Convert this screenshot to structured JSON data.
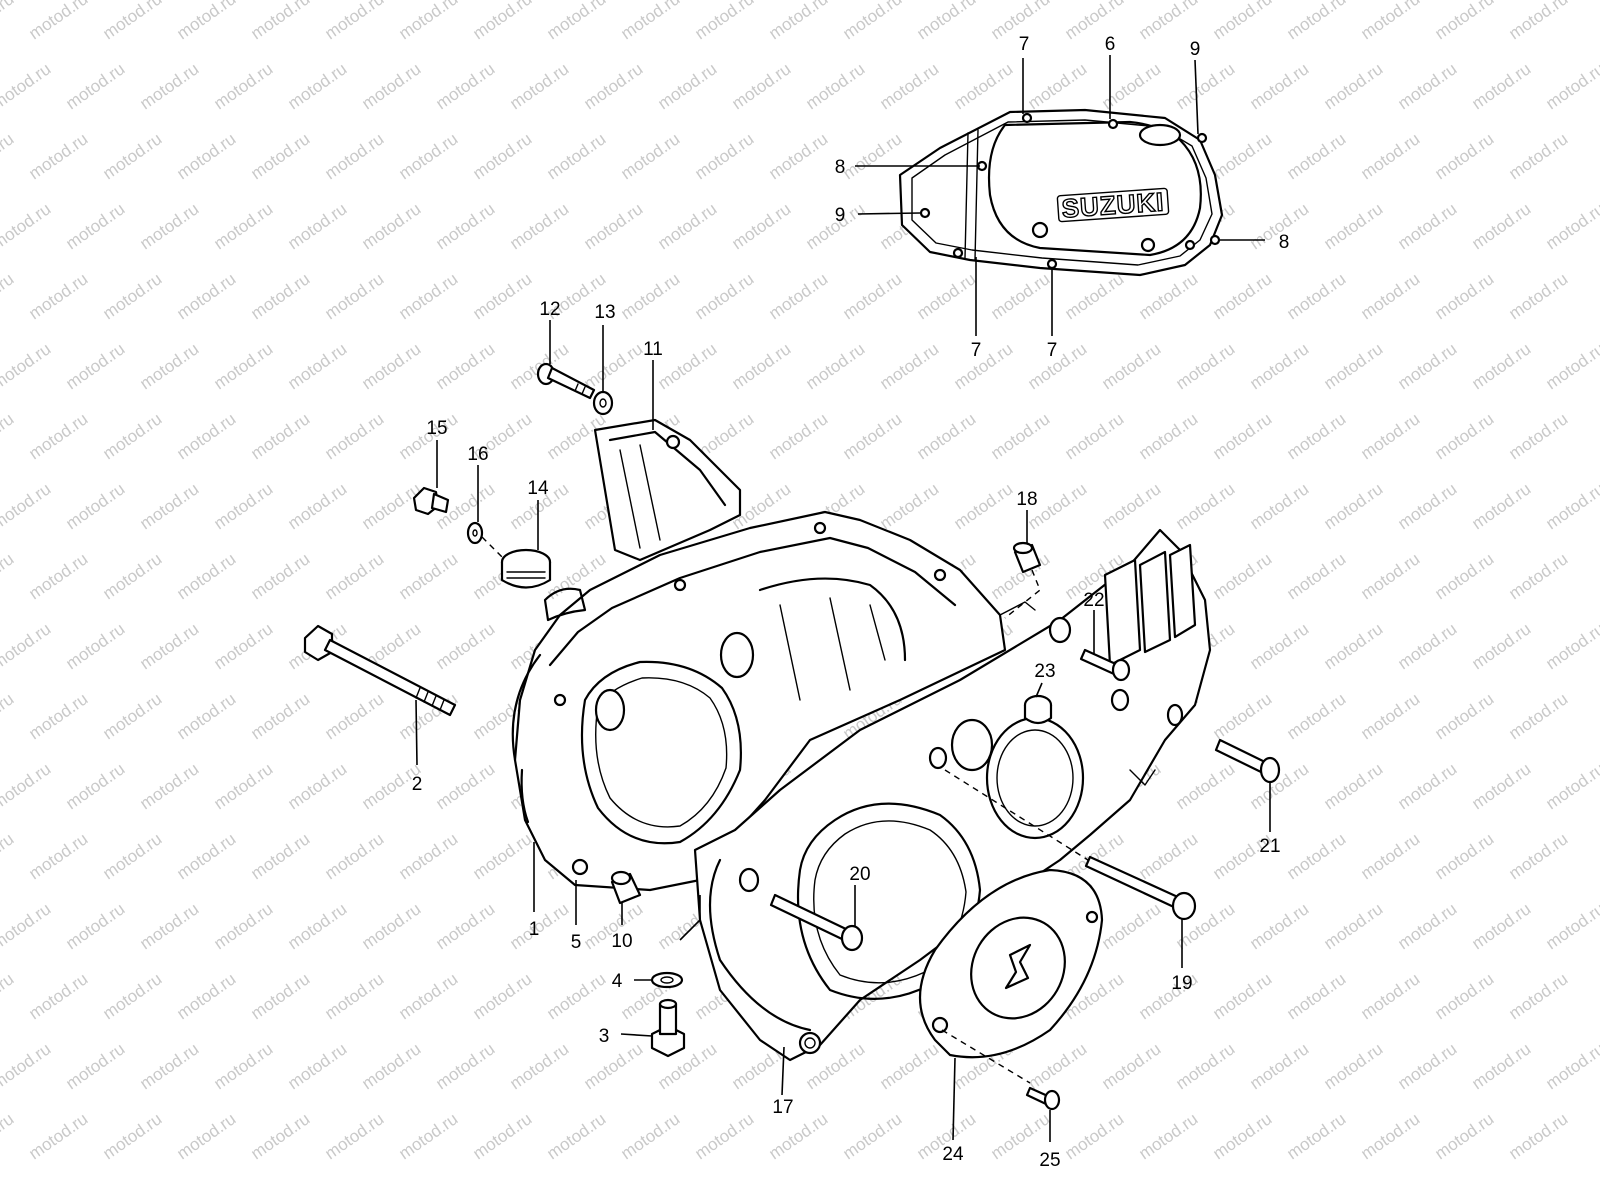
{
  "watermark": "motod.ru",
  "brand_text": "SUZUKI",
  "emblem_icon": "suzuki-s-logo-icon",
  "callouts": [
    "1",
    "2",
    "3",
    "4",
    "5",
    "6",
    "7",
    "8",
    "9",
    "10",
    "11",
    "12",
    "13",
    "14",
    "15",
    "16",
    "17",
    "18",
    "19",
    "20",
    "21",
    "22",
    "23",
    "24",
    "25"
  ],
  "colors": {
    "line": "#000000",
    "background": "#ffffff",
    "watermark": "#c9c9c9"
  }
}
